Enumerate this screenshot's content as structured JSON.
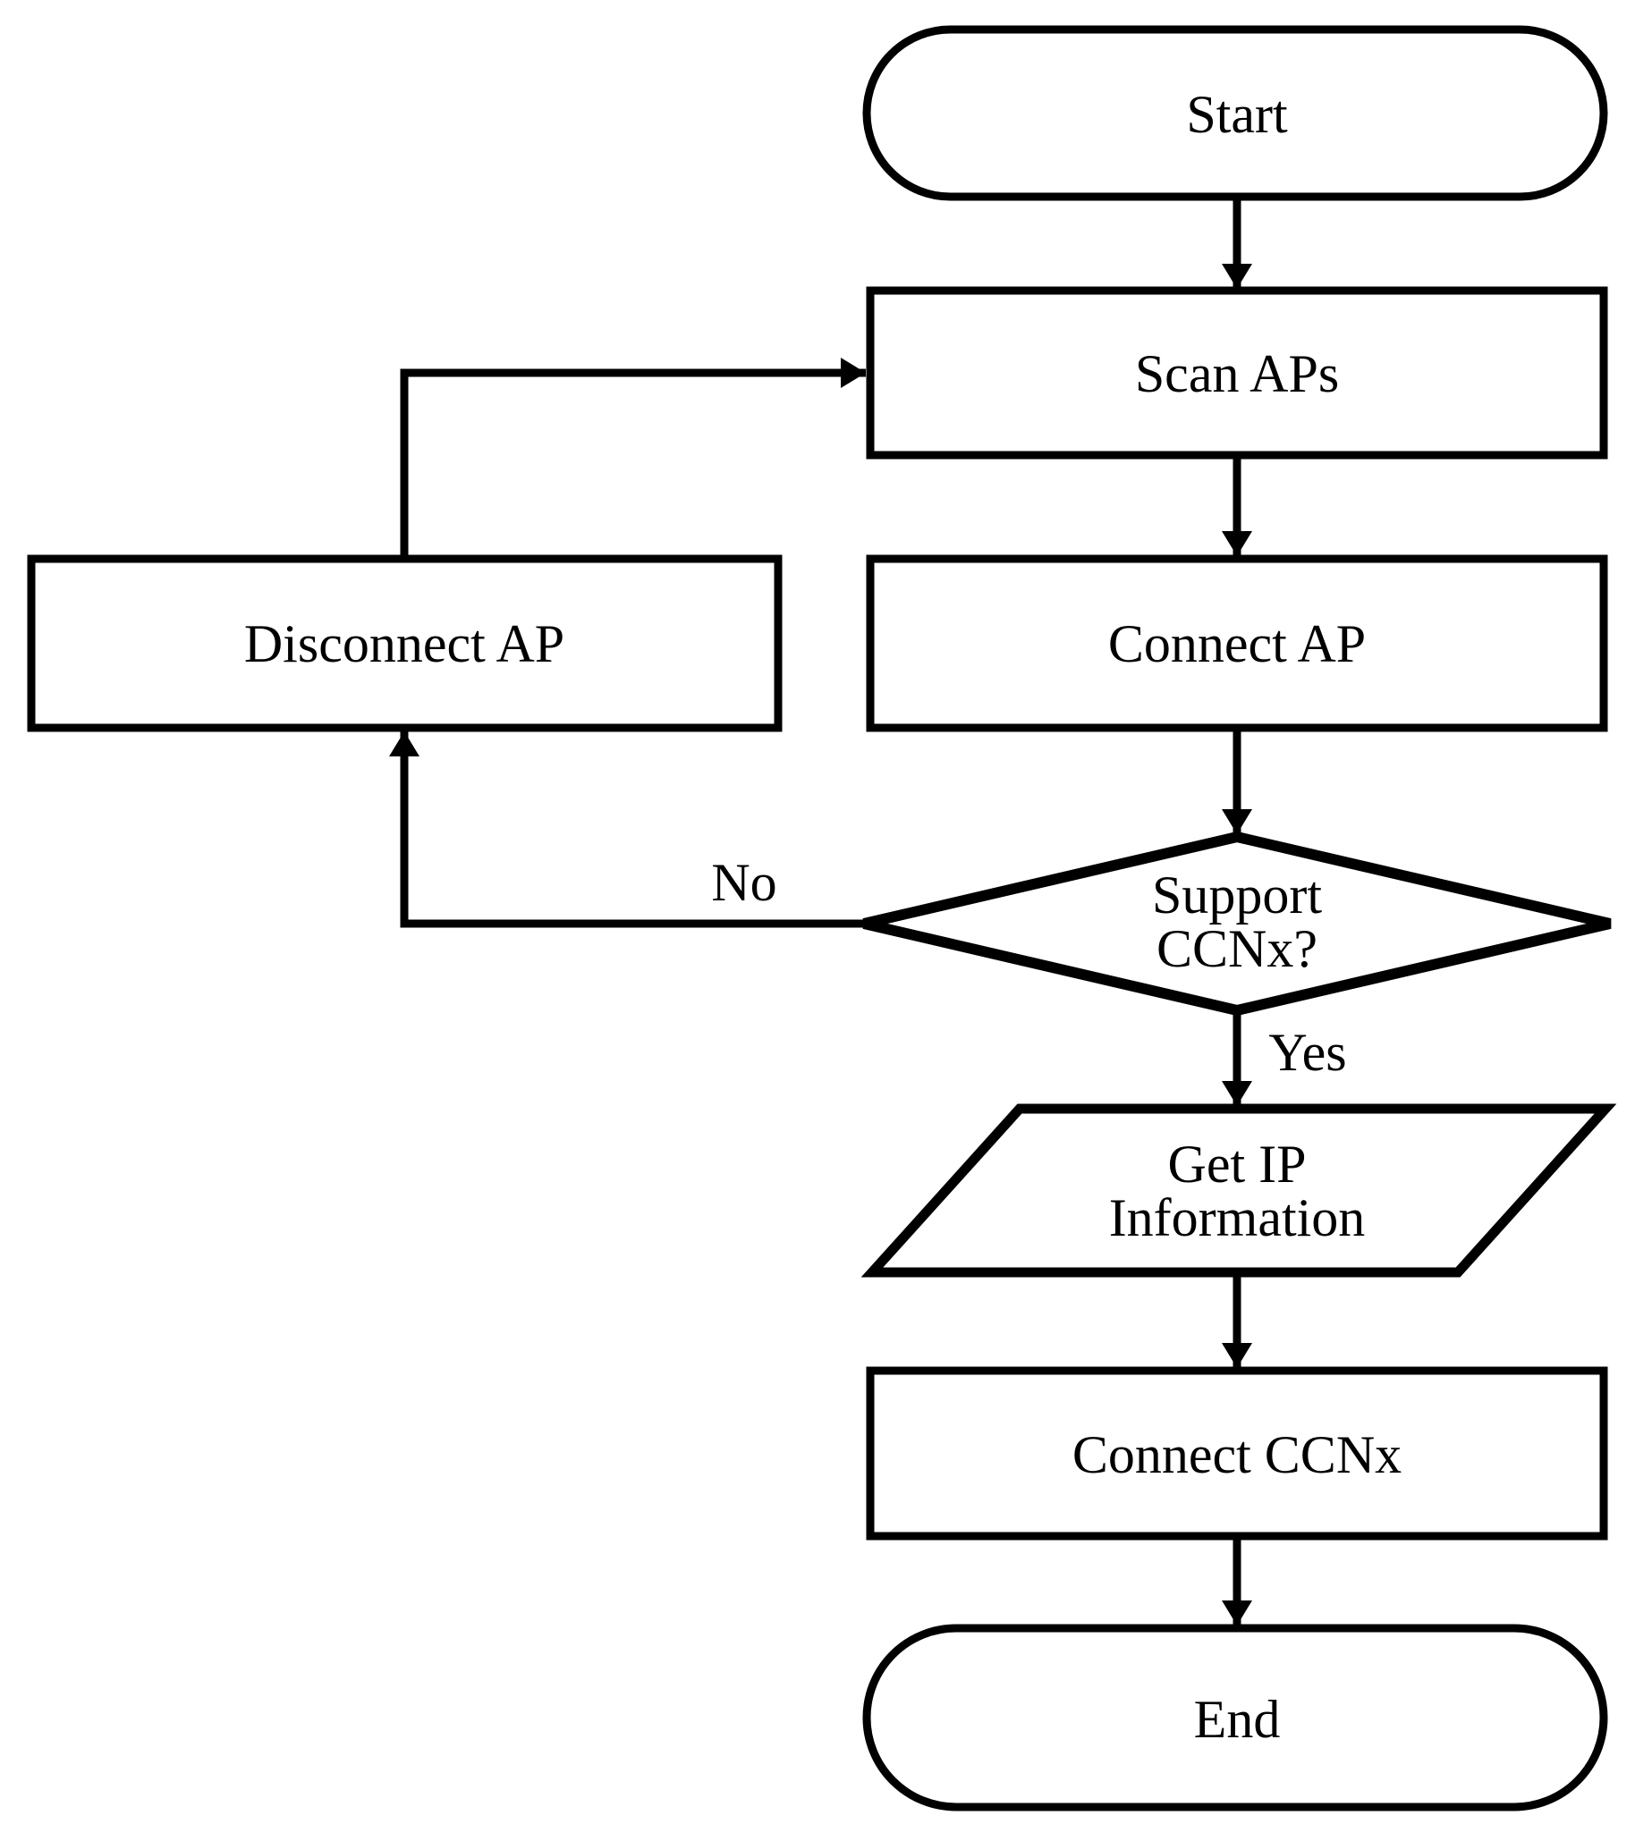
{
  "diagram": {
    "type": "flowchart",
    "colors": {
      "background": "#ffffff",
      "line": "#000000",
      "text": "#000000",
      "shape_fill": "#ffffff"
    },
    "nodes": {
      "start": {
        "type": "terminator",
        "label": "Start"
      },
      "scan_aps": {
        "type": "process",
        "label": "Scan APs"
      },
      "connect_ap": {
        "type": "process",
        "label": "Connect AP"
      },
      "disconnect_ap": {
        "type": "process",
        "label": "Disconnect AP"
      },
      "support_ccnx": {
        "type": "decision",
        "label_line1": "Support",
        "label_line2": "CCNx?"
      },
      "get_ip": {
        "type": "input-output",
        "label_line1": "Get IP",
        "label_line2": "Information"
      },
      "connect_ccnx": {
        "type": "process",
        "label": "Connect CCNx"
      },
      "end": {
        "type": "terminator",
        "label": "End"
      }
    },
    "edges": {
      "no_label": "No",
      "yes_label": "Yes"
    }
  }
}
